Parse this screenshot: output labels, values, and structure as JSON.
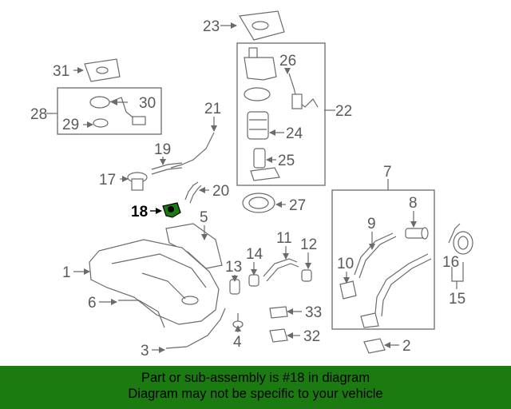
{
  "highlight_color": "#1b7a10",
  "callouts": {
    "c1": "1",
    "c2": "2",
    "c3": "3",
    "c4": "4",
    "c5": "5",
    "c6": "6",
    "c7": "7",
    "c8": "8",
    "c9": "9",
    "c10": "10",
    "c11": "11",
    "c12": "12",
    "c13": "13",
    "c14": "14",
    "c15": "15",
    "c16": "16",
    "c17": "17",
    "c18": "18",
    "c19": "19",
    "c20": "20",
    "c21": "21",
    "c22": "22",
    "c23": "23",
    "c24": "24",
    "c25": "25",
    "c26": "26",
    "c27": "27",
    "c28": "28",
    "c29": "29",
    "c30": "30",
    "c31": "31",
    "c32": "32",
    "c33": "33"
  },
  "banner": {
    "line1": "Part or sub-assembly is #18 in diagram",
    "line2": "Diagram may not be specific to your vehicle"
  }
}
